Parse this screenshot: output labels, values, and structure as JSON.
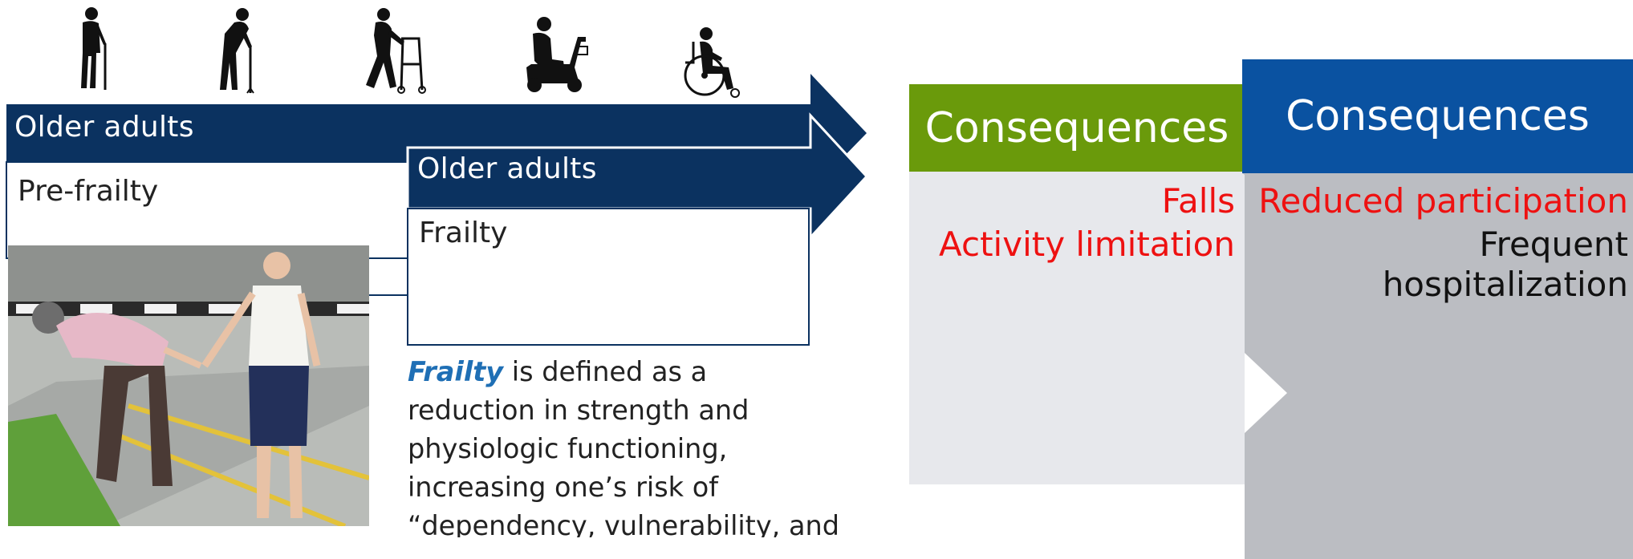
{
  "icons": [
    "walking-cane-icon",
    "stooped-cane-icon",
    "walker-icon",
    "mobility-scooter-icon",
    "wheelchair-icon"
  ],
  "colors": {
    "navy": "#0b3260",
    "green": "#6a9a0b",
    "blue": "#0a52a1",
    "light_panel": "#e7e8ec",
    "dark_panel": "#bbbdc2",
    "red": "#ee1111",
    "frailty_keyword": "#1f6fb5"
  },
  "arrow1": {
    "label": "Older adults",
    "stage": "Pre-frailty"
  },
  "arrow2": {
    "label": "Older adults",
    "stage": "Frailty"
  },
  "definition": {
    "keyword": "Frailty",
    "text": " is defined as a reduction in strength and physiologic functioning,  increasing one’s risk of “dependency, vulnerability, and death”"
  },
  "panel1": {
    "header": "Consequences",
    "items": [
      {
        "text": "Falls",
        "color": "red"
      },
      {
        "text": "Activity limitation",
        "color": "red"
      }
    ]
  },
  "panel2": {
    "header": "Consequences",
    "items": [
      {
        "text": "Reduced participation",
        "color": "red"
      },
      {
        "text": "Frequent hospitalization",
        "color": "black"
      }
    ]
  }
}
